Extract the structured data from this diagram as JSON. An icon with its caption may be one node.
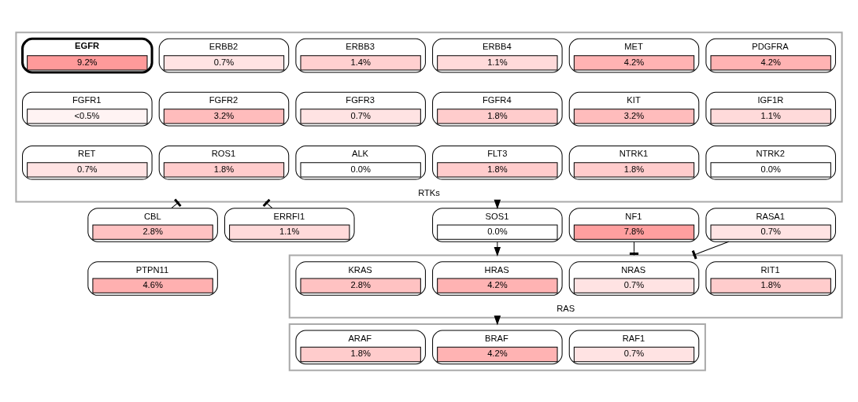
{
  "diagram": {
    "nodes": [
      {
        "text": [
          "RTKs"
        ]
      },
      {
        "text": [
          "EGFR",
          "9.2%"
        ],
        "in": 0
      },
      {
        "text": [
          "ERBB2",
          "0.7%"
        ],
        "in": 0
      },
      {
        "text": [
          "ERBB3",
          "1.4%"
        ],
        "in": 0
      },
      {
        "text": [
          "ERBB4",
          "1.1%"
        ],
        "in": 0
      },
      {
        "text": [
          "MET",
          "4.2%"
        ],
        "in": 0
      },
      {
        "text": [
          "PDGFRA",
          "4.2%"
        ],
        "in": 0
      },
      {
        "text": [
          "FGFR1",
          "<0.5%"
        ],
        "in": 0
      },
      {
        "text": [
          "FGFR2",
          "3.2%"
        ],
        "in": 0
      },
      {
        "text": [
          "FGFR3",
          "0.7%"
        ],
        "in": 0
      },
      {
        "text": [
          "FGFR4",
          "1.8%"
        ],
        "in": 0
      },
      {
        "text": [
          "KIT",
          "3.2%"
        ],
        "in": 0
      },
      {
        "text": [
          "IGF1R",
          "1.1%"
        ],
        "in": 0
      },
      {
        "text": [
          "RET",
          "0.7%"
        ],
        "in": 0
      },
      {
        "text": [
          "ROS1",
          "1.8%"
        ],
        "in": 0
      },
      {
        "text": [
          "ALK",
          "0.0%"
        ],
        "in": 0
      },
      {
        "text": [
          "FLT3",
          "1.8%"
        ],
        "in": 0
      },
      {
        "text": [
          "NTRK1",
          "1.8%"
        ],
        "in": 0
      },
      {
        "text": [
          "NTRK2",
          "0.0%"
        ],
        "in": 0
      },
      {
        "text": [
          "CBL",
          "2.8%"
        ]
      },
      {
        "text": [
          "ERRFI1",
          "1.1%"
        ]
      },
      {
        "text": [
          "PTPN11",
          "4.6%"
        ]
      },
      {
        "text": [
          "SOS1",
          "0.0%"
        ]
      },
      {
        "text": [
          "NF1",
          "7.8%"
        ]
      },
      {
        "text": [
          "RASA1",
          "0.7%"
        ]
      },
      {
        "text": [
          "RAS"
        ]
      },
      {
        "text": [
          "KRAS",
          "2.8%"
        ],
        "in": 25
      },
      {
        "text": [
          "HRAS",
          "4.2%"
        ],
        "in": 25
      },
      {
        "text": [
          "NRAS",
          "0.7%"
        ],
        "in": 25
      },
      {
        "text": [
          "RIT1",
          "1.8%"
        ],
        "in": 25
      },
      {
        "text": [],
        "shape": "box"
      },
      {
        "text": [
          "ARAF",
          "1.8%"
        ],
        "in": 30
      },
      {
        "text": [
          "BRAF",
          "4.2%"
        ],
        "in": 30
      },
      {
        "text": [
          "RAF1",
          "0.7%"
        ],
        "in": 30
      }
    ],
    "edges": [
      {
        "from": 19,
        "to": 0,
        "arrow": "other"
      },
      {
        "from": 20,
        "to": 0,
        "arrow": "other"
      },
      {
        "from": 0,
        "to": 22,
        "arrow": "to"
      },
      {
        "from": 22,
        "to": 25,
        "arrow": "to"
      },
      {
        "from": 23,
        "to": 25,
        "arrow": "other"
      },
      {
        "from": 24,
        "to": 25,
        "arrow": "other"
      },
      {
        "from": 25,
        "to": 30,
        "arrow": "to"
      }
    ]
  }
}
